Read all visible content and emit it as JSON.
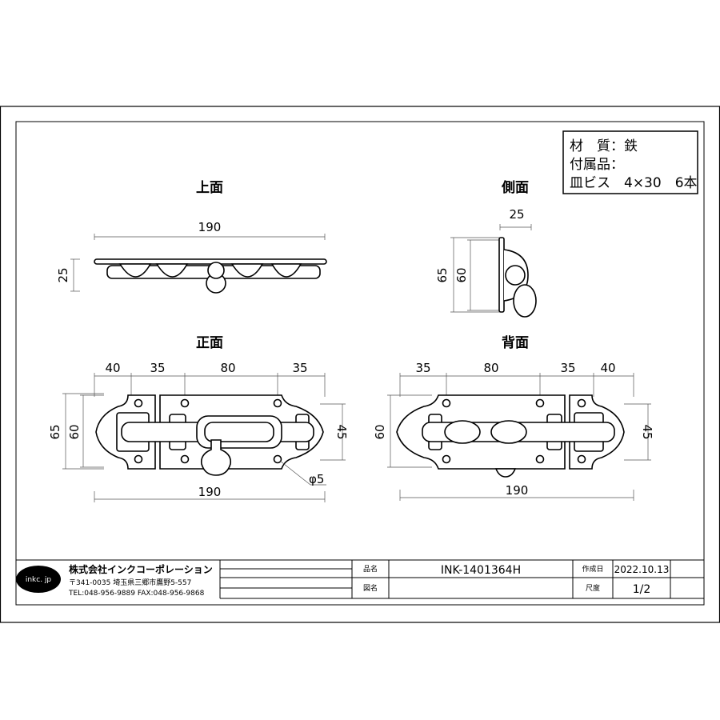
{
  "spec_box": {
    "line1": "材　質：鉄",
    "line2": "付属品：",
    "line3": "皿ビス　4×30　6本"
  },
  "views": {
    "top": "上面",
    "side": "側面",
    "front": "正面",
    "back": "背面"
  },
  "dimensions": {
    "top_width": "190",
    "top_height": "25",
    "side_depth": "25",
    "side_h65": "65",
    "side_h60": "60",
    "front_40": "40",
    "front_35a": "35",
    "front_80": "80",
    "front_35b": "35",
    "front_65": "65",
    "front_60": "60",
    "front_45": "45",
    "front_hole": "φ5",
    "front_width": "190",
    "back_35a": "35",
    "back_80": "80",
    "back_35b": "35",
    "back_40": "40",
    "back_60": "60",
    "back_45": "45",
    "back_width": "190"
  },
  "title_block": {
    "logo": "inkc. jp",
    "company": "株式会社インクコーポレーション",
    "address": "〒341-0035 埼玉県三郷市鷹野5-557",
    "contact": "TEL:048-956-9889 FAX:048-956-9868",
    "label_product": "品名",
    "product_code": "INK-1401364H",
    "label_drawing": "図名",
    "drawing_name": "",
    "label_date": "作成日",
    "date": "2022.10.13",
    "label_scale": "尺度",
    "scale": "1/2"
  }
}
